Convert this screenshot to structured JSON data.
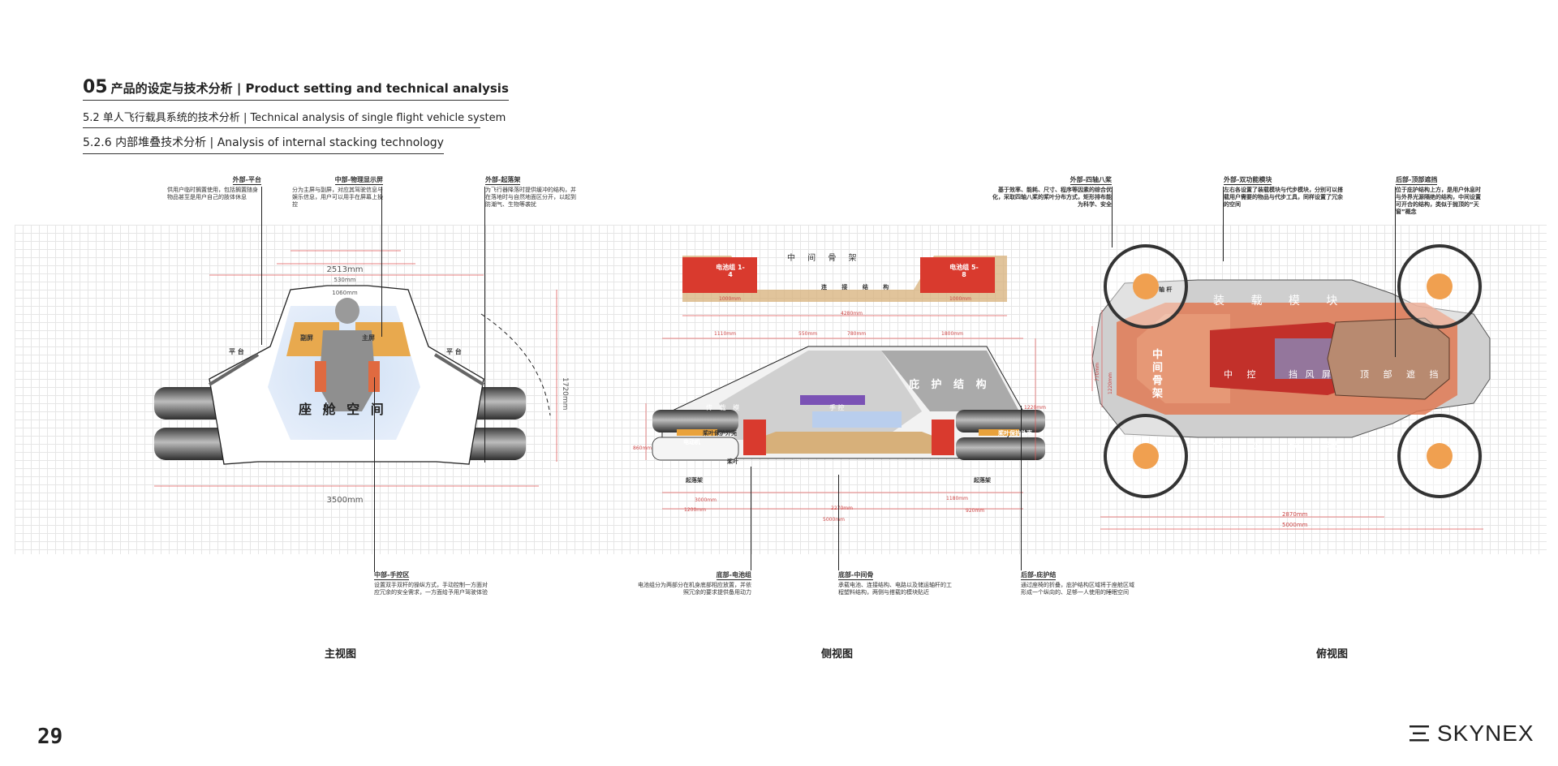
{
  "header": {
    "section_num": "05",
    "section_title": "产品的设定与技术分析 | Product setting and technical analysis",
    "subsection": "5.2 单人飞行载具系统的技术分析 | Technical analysis of single flight vehicle system",
    "subsubsection": "5.2.6    内部堆叠技术分析 | Analysis of internal stacking technology"
  },
  "front_view": {
    "caption": "主视图",
    "cabin_label": "座 舱 空 间",
    "platform_left": "平 台",
    "platform_right": "平 台",
    "sub_screen": "副屏",
    "main_screen": "主屏",
    "dims": {
      "d1": "530mm",
      "d2": "1060mm",
      "d3": "2513mm",
      "d4": "3500mm",
      "d5": "1720mm"
    },
    "annotations": {
      "platform": {
        "title": "外部-平台",
        "text": "供用户临时搁置使用，包括搁置随身物品甚至是用户自己的肢体休息"
      },
      "screen": {
        "title": "中部-物理显示屏",
        "text": "分为主屏与副屏，对应其驾驶信息与娱乐信息，用户可以用手在屏幕上操控"
      },
      "landing": {
        "title": "外部-起落架",
        "text": "为飞行器降落时提供缓冲的结构，并在落地时与自然地面区分开，以起到防潮气、生物等袭扰"
      },
      "control": {
        "title": "中部-手控区",
        "text": "设置双手双杆的操纵方式，手动控制一方面对应冗余的安全需求，一方面给予用户驾驶体验"
      }
    }
  },
  "side_view": {
    "caption": "侧视图",
    "frame_label": "中 间 骨 架",
    "battery_a": "电池组 1-4",
    "battery_b": "电池组 5-8",
    "connector": "连 接 结 构",
    "shell_label": "庇 护 结 构",
    "load_module": "传 载 模",
    "hand_ctrl": "手 控",
    "prop_guard": "桨叶保护外壳",
    "engine": "电动机",
    "blade": "桨叶",
    "landing": "起落架",
    "dims": {
      "w1": "1000mm",
      "w2": "4280mm",
      "w3": "1000mm",
      "w4": "1110mm",
      "w5": "550mm",
      "w6": "780mm",
      "w7": "1800mm",
      "w8": "3000mm",
      "w9": "1200mm",
      "w10": "2270mm",
      "w11": "1180mm",
      "w12": "920mm",
      "w13": "5000mm",
      "h1": "1220mm",
      "h2": "860mm"
    },
    "annotations": {
      "battery": {
        "title": "底部-电池组",
        "text": "电池组分为两部分在机身底部相应放置，并依照冗余的要求提供备用动力"
      },
      "frame": {
        "title": "底部-中间骨",
        "text": "承载电池、连接结构、电路以及储运轴杆的工程塑料结构，两侧与搭载的模块贴近"
      },
      "shelter": {
        "title": "后部-庇护结",
        "text": "通过座椅的折叠，庇护结构区域将于座舱区域形成一个纵向的、足够一人使用的睡眠空间"
      }
    }
  },
  "top_view": {
    "caption": "俯视图",
    "load_module": "装 载 模 块",
    "walk_module": "代 步 模 块",
    "frame": "中间骨架",
    "center_ctrl": "中 控",
    "windshield": "挡 风 屏",
    "top_shade": "顶 部 遮 挡",
    "axle": "轴 杆",
    "dims": {
      "d1": "2870mm",
      "d2": "5000mm",
      "d3": "770mm",
      "d4": "1220mm"
    },
    "annotations": {
      "rotor": {
        "title": "外部-四轴八桨",
        "text": "基于效率、能耗、尺寸、程序等因素的综合优化，采取四轴八桨的桨叶分布方式，矩形排布能为科学、安全"
      },
      "module": {
        "title": "外部-双功能模块",
        "text": "左右各设置了装载模块与代步模块，分别可以搭载用户需要的物品与代步工具，同样设置了冗余的空间"
      },
      "shade": {
        "title": "后部-顶部遮挡",
        "text": "位于庇护结构上方，是用户休息时与外界光源隔绝的结构，中间设置可开合的结构，类似于抛顶的“天窗”概念"
      }
    }
  },
  "page_number": "29",
  "logo_text": "SKYNEX",
  "colors": {
    "accent_red": "#d93a2e",
    "orange": "#e9a23b",
    "dim_red": "#e05a5a",
    "frame_tan": "#d7b07a"
  }
}
